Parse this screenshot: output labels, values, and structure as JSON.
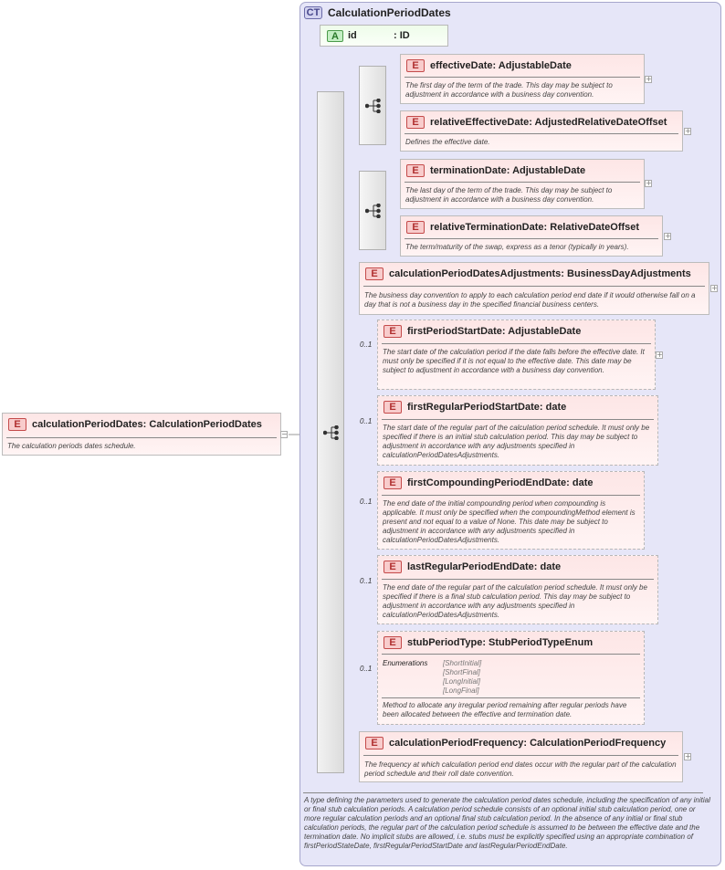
{
  "root_element": {
    "badge": "E",
    "name": "calculationPeriodDates",
    "type": "CalculationPeriodDates",
    "doc": "The calculation periods dates schedule."
  },
  "complex_type": {
    "badge": "CT",
    "name": "CalculationPeriodDates",
    "doc": "A type defining the parameters used to generate the calculation period dates schedule, including the specification of any initial or final stub calculation periods. A calculation period schedule consists of an optional initial stub calculation period, one or more regular calculation periods and an optional final stub calculation period. In the absence of any initial or final stub calculation periods, the regular part of the calculation period schedule is assumed to be between the effective date and the termination date. No implicit stubs are allowed, i.e. stubs must be explicitly specified using an appropriate combination of firstPeriodStateDate, firstRegularPeriodStartDate and lastRegularPeriodEndDate."
  },
  "attribute": {
    "badge": "A",
    "name": "id",
    "type": ": ID"
  },
  "type_separator": ": ",
  "elements": {
    "effectiveDate": {
      "badge": "E",
      "name": "effectiveDate",
      "type": "AdjustableDate",
      "doc": "The first day of the term of the trade. This day may be subject to adjustment in accordance with a business day convention."
    },
    "relativeEffectiveDate": {
      "badge": "E",
      "name": "relativeEffectiveDate",
      "type": "AdjustedRelativeDateOffset",
      "doc": "Defines the effective date."
    },
    "terminationDate": {
      "badge": "E",
      "name": "terminationDate",
      "type": "AdjustableDate",
      "doc": "The last day of the term of the trade. This day may be subject to adjustment in accordance with a business day convention."
    },
    "relativeTerminationDate": {
      "badge": "E",
      "name": "relativeTerminationDate",
      "type": "RelativeDateOffset",
      "doc": "The term/maturity of the swap, express as a tenor (typically in years)."
    },
    "calculationPeriodDatesAdjustments": {
      "badge": "E",
      "name": "calculationPeriodDatesAdjustments",
      "type": "BusinessDayAdjustments",
      "doc": "The business day convention to apply to each calculation period end date if it would otherwise fall on a day that is not a business day in the specified financial business centers."
    },
    "firstPeriodStartDate": {
      "badge": "E",
      "name": "firstPeriodStartDate",
      "type": "AdjustableDate",
      "cardinality": "0..1",
      "doc": "The start date of the calculation period if the date falls before the effective date. It must only be specified if it is not equal to the effective date. This date may be subject to adjustment in accordance with a business day convention."
    },
    "firstRegularPeriodStartDate": {
      "badge": "E",
      "name": "firstRegularPeriodStartDate",
      "type": "date",
      "cardinality": "0..1",
      "doc": "The start date of the regular part of the calculation period schedule. It must only be specified if there is an initial stub calculation period. This day may be subject to adjustment in accordance with any adjustments specified in calculationPeriodDatesAdjustments."
    },
    "firstCompoundingPeriodEndDate": {
      "badge": "E",
      "name": "firstCompoundingPeriodEndDate",
      "type": "date",
      "cardinality": "0..1",
      "doc": "The end date of the initial compounding period when compounding is applicable. It must only be specified when the compoundingMethod element is present and not equal to a value of None. This date may be subject to adjustment in accordance with any adjustments specified in calculationPeriodDatesAdjustments."
    },
    "lastRegularPeriodEndDate": {
      "badge": "E",
      "name": "lastRegularPeriodEndDate",
      "type": "date",
      "cardinality": "0..1",
      "doc": "The end date of the regular part of the calculation period schedule. It must only be specified if there is a final stub calculation period. This day may be subject to adjustment in accordance with any adjustments specified in calculationPeriodDatesAdjustments."
    },
    "stubPeriodType": {
      "badge": "E",
      "name": "stubPeriodType",
      "type": "StubPeriodTypeEnum",
      "cardinality": "0..1",
      "enum_label": "Enumerations",
      "enums": [
        "[ShortInitial]",
        "[ShortFinal]",
        "[LongInitial]",
        "[LongFinal]"
      ],
      "doc": "Method to allocate any irregular period remaining after regular periods have been allocated between the effective and termination date."
    },
    "calculationPeriodFrequency": {
      "badge": "E",
      "name": "calculationPeriodFrequency",
      "type": "CalculationPeriodFrequency",
      "doc": "The frequency at which calculation period end dates occur with the regular part of the calculation period schedule and their roll date convention."
    }
  },
  "icons": {
    "expand": "plus-expander-icon",
    "sequence": "sequence-compositor-icon"
  },
  "colors": {
    "ct_bg": "#e6e6f8",
    "element_bg": "#fde6e6",
    "element_badge": "#b03030",
    "attribute_badge": "#2a7a2a"
  }
}
